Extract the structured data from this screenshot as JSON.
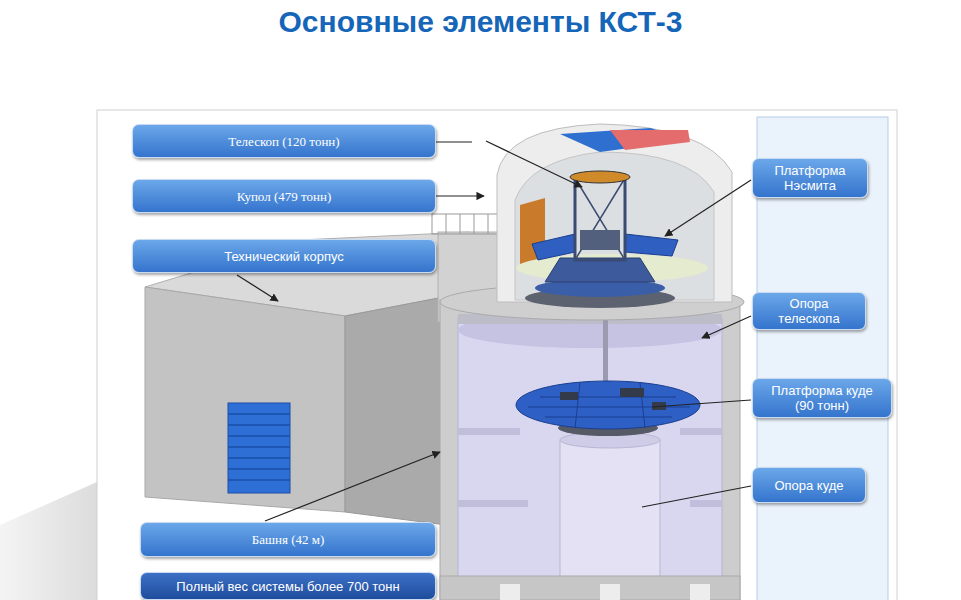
{
  "diagram": {
    "title": "Основные элементы КСТ-3",
    "nodes": [
      {
        "text": [
          "Телескоп (120 тонн)"
        ]
      },
      {
        "text": [
          "Платформа Нэсмита"
        ]
      },
      {
        "text": [
          "Купол (479 тонн)"
        ]
      },
      {
        "text": [
          "Технический корпус"
        ]
      },
      {
        "text": [
          "Опора телескопа"
        ]
      },
      {
        "text": [
          "Платформа куде (90 тонн)"
        ]
      },
      {
        "text": [
          "Опора куде"
        ]
      },
      {
        "text": [
          "Башня (42 м)"
        ]
      },
      {
        "text": [
          "Полный вес системы более 700 тонн"
        ]
      }
    ]
  }
}
